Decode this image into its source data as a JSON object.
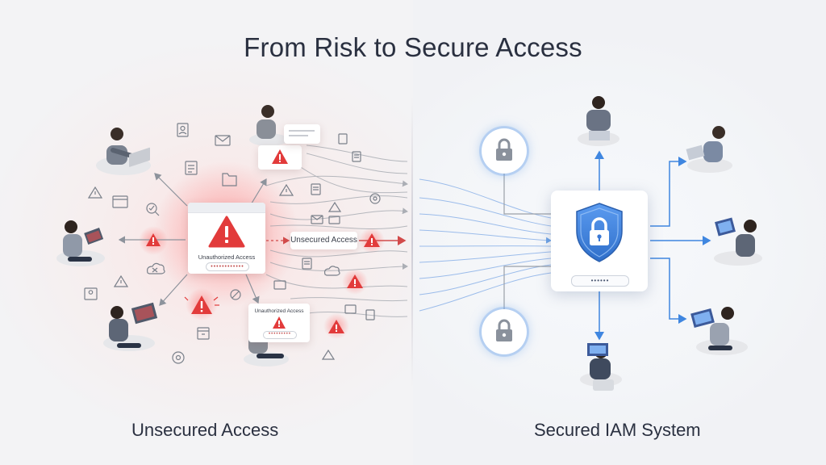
{
  "title": "From Risk to Secure Access",
  "left_panel": {
    "caption": "Unsecured Access",
    "main_card_text": "Unauthorized Access",
    "main_card_password": "••••••••••••",
    "lower_card_text": "Unauthorized Access",
    "lower_card_password": "•••••••••",
    "pill_text": "Unsecured Access",
    "accent_color": "#e23b3b"
  },
  "right_panel": {
    "caption": "Secured IAM System",
    "password_mask": "••••••",
    "accent_color": "#3f86e0"
  },
  "icons": [
    "warning-icon",
    "mail-icon",
    "document-icon",
    "folder-icon",
    "search-icon",
    "settings-icon",
    "cloud-icon",
    "laptop-icon",
    "padlock-icon",
    "shield-icon",
    "user-icon"
  ]
}
